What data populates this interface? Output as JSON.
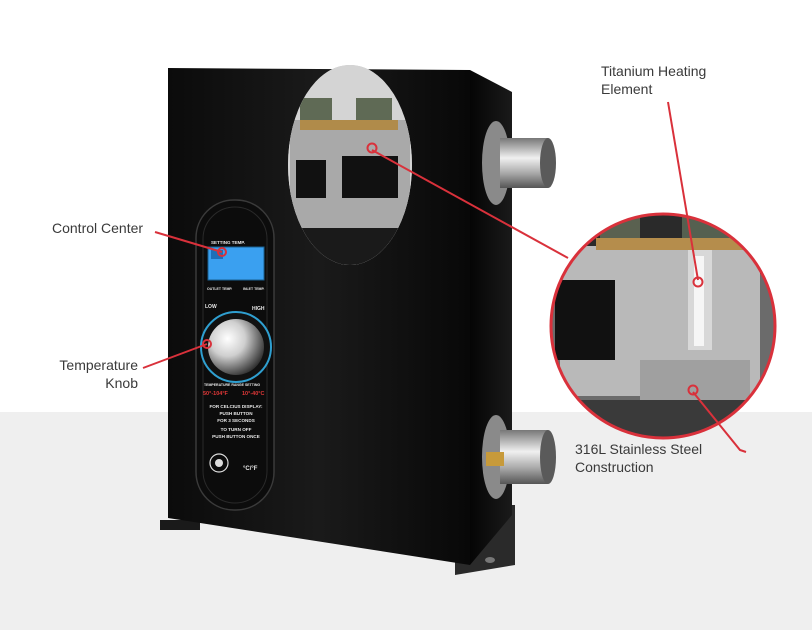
{
  "callouts": {
    "control_center": "Control Center",
    "knob_line1": "Temperature",
    "knob_line2": "Knob",
    "titanium_line1": "Titanium Heating",
    "titanium_line2": "Element",
    "steel_line1": "316L Stainless Steel",
    "steel_line2": "Construction"
  },
  "panel": {
    "setting_temp": "SETTING TEMP.",
    "outlet_temp": "OUTLET TEMP.",
    "inlet_temp": "INLET TEMP.",
    "low": "LOW",
    "high": "HIGH",
    "temp_range_title": "TEMPERATURE RANGE SETTING",
    "range_f": "50°-104°F",
    "range_c": "10°-40°C",
    "instr1": "FOR CELCIUS DISPLAY:",
    "instr2": "PUSH BUTTON",
    "instr3": "FOR 3 SECONDS",
    "instr4": "TO TURN OFF",
    "instr5": "PUSH BUTTON ONCE",
    "unit_label": "°C/°F"
  },
  "colors": {
    "callout_line": "#d9313b",
    "body": "#141414",
    "lcd": "#3aa0f0",
    "knob_ring": "#2f9fd0",
    "floor": "#efefef"
  }
}
